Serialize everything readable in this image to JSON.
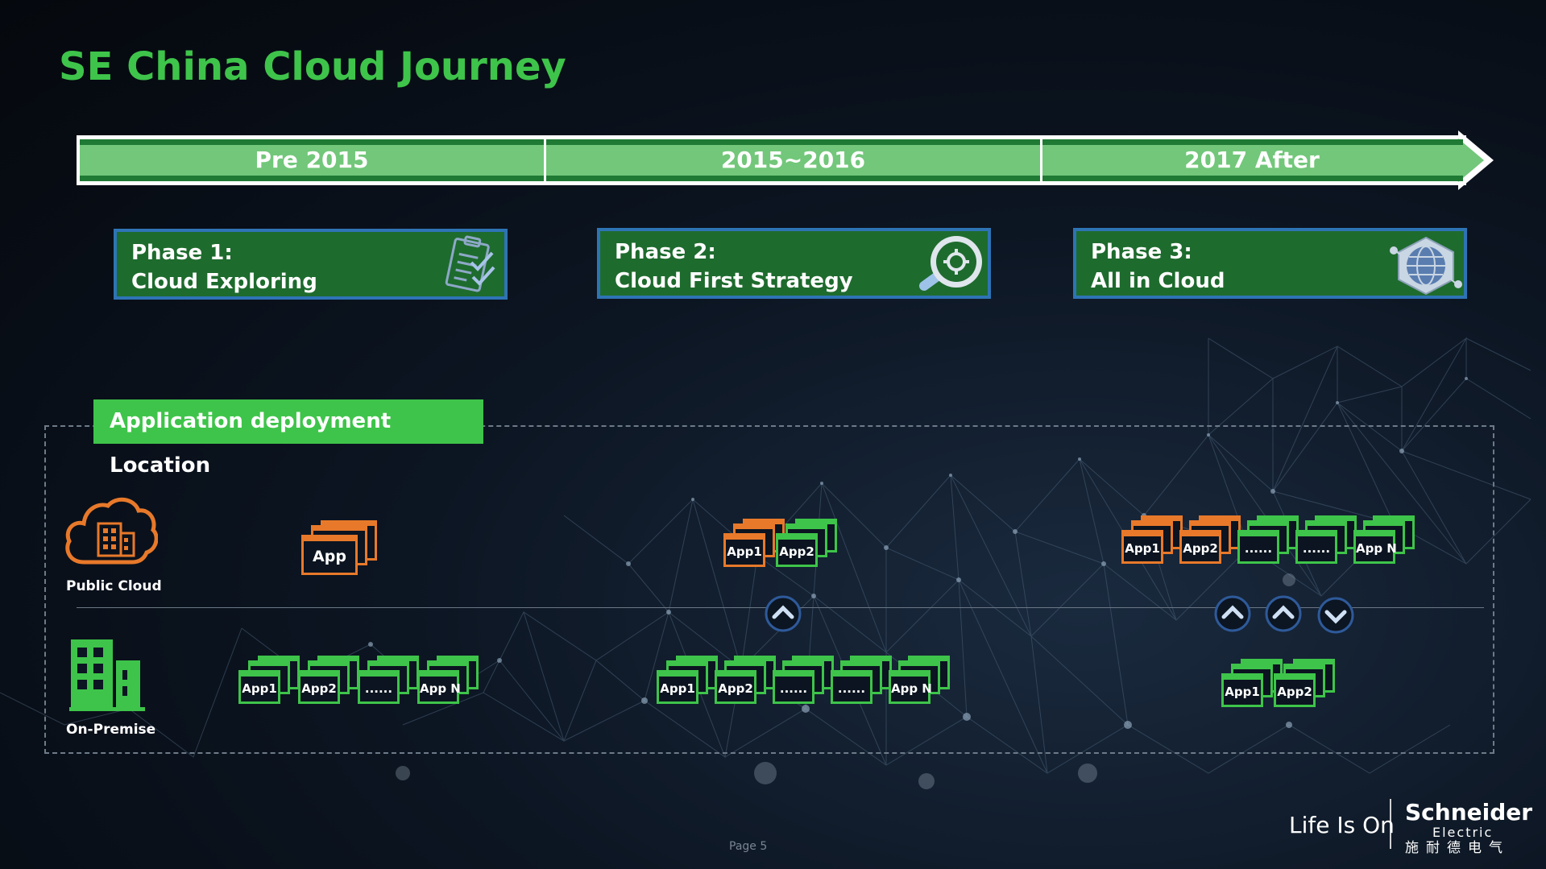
{
  "slide": {
    "title": "SE China Cloud Journey",
    "page_label": "Page 5"
  },
  "timeline": {
    "periods": [
      "Pre 2015",
      "2015~2016",
      "2017 After"
    ]
  },
  "phases": [
    {
      "line1": "Phase 1:",
      "line2": "Cloud Exploring",
      "icon": "clipboard-check-icon"
    },
    {
      "line1": "Phase 2:",
      "line2": "Cloud First Strategy",
      "icon": "magnifier-gear-icon"
    },
    {
      "line1": "Phase 3:",
      "line2": "All in Cloud",
      "icon": "globe-network-icon"
    }
  ],
  "deployment": {
    "title": "Application deployment Location",
    "public_cloud_label": "Public Cloud",
    "on_premise_label": "On-Premise",
    "public_cloud": {
      "phase1": [
        "App"
      ],
      "phase2": [
        "App1",
        "App2"
      ],
      "phase3": [
        "App1",
        "App2",
        "......",
        "......",
        "App N"
      ]
    },
    "on_premise": {
      "phase1": [
        "App1",
        "App2",
        "......",
        "App N"
      ],
      "phase2": [
        "App1",
        "App2",
        "......",
        "......",
        "App N"
      ],
      "phase3": [
        "App1",
        "App2"
      ]
    }
  },
  "branding": {
    "tagline": "Life Is On",
    "company": "Schneider",
    "company_sub": "Electric",
    "company_cn": "施耐德电气"
  },
  "colors": {
    "accent_green": "#3ec44a",
    "phase_fill": "#1e6b2e",
    "phase_border": "#2e74b5",
    "cloud_orange": "#e8792a",
    "onprem_green": "#3ec44a"
  }
}
